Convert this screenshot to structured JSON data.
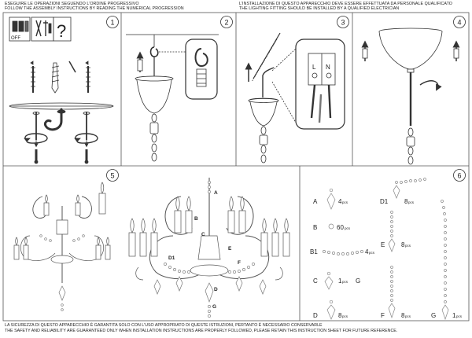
{
  "header": {
    "left_line1": "ESEGUIRE LE OPERAZIONI SEGUENDO L'ORDINE PROGRESSIVO",
    "left_line2": "FOLLOW THE ASSEMBLY INSTRUCTIONS BY READING THE NUMERICAL PROGRESSION",
    "right_line1": "L'INSTALLAZIONE DI QUESTO APPARECCHIO DEVE ESSERE EFFETTUATA DA PERSONALE QUALIFICATO",
    "right_line2": "THE LIGHTING FITTING SHOULD BE INSTALLED BY A QUALIFIED ELECTRICIAN"
  },
  "steps": [
    "1",
    "2",
    "3",
    "4",
    "5",
    "6"
  ],
  "panel1": {
    "switch_label": "OFF",
    "question_mark": "?"
  },
  "panel3": {
    "terminal_live": "L",
    "terminal_neutral": "N"
  },
  "panel5": {
    "labels": [
      "A",
      "B",
      "C",
      "D",
      "D1",
      "E",
      "F",
      "G"
    ]
  },
  "parts": [
    {
      "label": "A",
      "qty": "4",
      "unit": "pcs"
    },
    {
      "label": "D1",
      "qty": "8",
      "unit": "pcs"
    },
    {
      "label": "B",
      "qty": "60",
      "unit": "pcs"
    },
    {
      "label": "B1",
      "qty": "4",
      "unit": "pcs"
    },
    {
      "label": "E",
      "qty": "8",
      "unit": "pcs"
    },
    {
      "label": "C",
      "qty": "1",
      "unit": "pcs"
    },
    {
      "label": "G",
      "qty": "",
      "unit": ""
    },
    {
      "label": "D",
      "qty": "8",
      "unit": "pcs"
    },
    {
      "label": "F",
      "qty": "8",
      "unit": "pcs"
    },
    {
      "label": "G",
      "qty": "1",
      "unit": "pcs"
    }
  ],
  "footer": {
    "line1": "LA SICUREZZA DI QUESTO APPARECCHIO È GARANTITA SOLO CON L'USO APPROPRIATO DI QUESTE ISTRUZIONI, PERTANTO È NECESSARIO CONSERVARLE",
    "line2": "THE SAFETY AND RELIABILITY ARE GUARANTEED ONLY WHEN INSTALLATION INSTRUCTIONS ARE PROPERLY FOLLOWED, PLEASE RETAIN THIS INSTRUCTION SHEET FOR FUTURE REFERENCE."
  },
  "colors": {
    "ink": "#222222",
    "frame": "#555555",
    "crystal": "#9a9a9a",
    "paper": "#ffffff"
  }
}
